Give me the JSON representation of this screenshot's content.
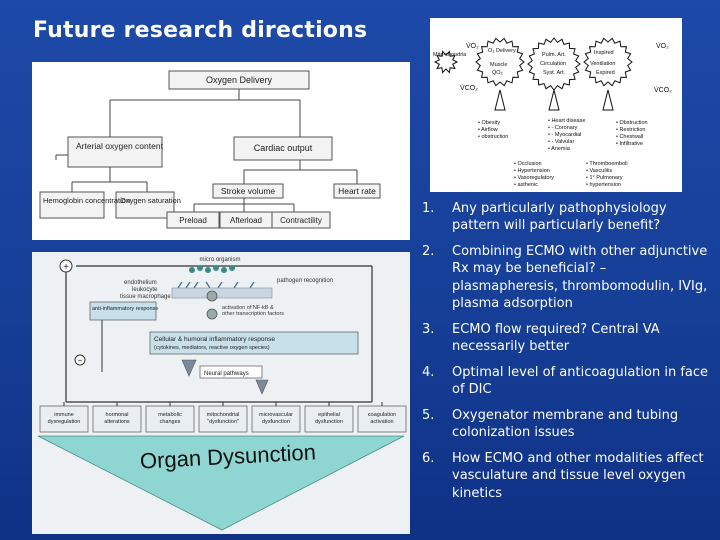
{
  "slide": {
    "title": "Future research directions",
    "background_color": "#1a44a0",
    "text_color": "#ffffff"
  },
  "diagram_oxygen": {
    "boxes": {
      "delivery": "Oxygen Delivery",
      "arterial": "Arterial oxygen content",
      "cardiac": "Cardiac output",
      "stroke": "Stroke volume",
      "heart_rate": "Heart rate",
      "hemoglobin": "Hemoglobin concentration",
      "saturation": "Oxygen saturation",
      "preload": "Preload",
      "afterload": "Afterload",
      "contractility": "Contractility"
    }
  },
  "diagram_dysfunction": {
    "micro_organism": "micro organism",
    "endothelium": "endothelium",
    "leukocyte": "leukocyte",
    "tissue_macrophage": "tissue macrophage",
    "pathogen_recognition": "pathogen recognition",
    "activation_label": "activation of NF-kB &",
    "activation_label2": "other transcription factors",
    "anti_inflammatory": "anti-inflammatory response",
    "cellular_response": "Cellular & humoral inflammatory response",
    "cellular_response2": "(cytokines, mediators, reactive oxygen species)",
    "neural_pathways": "Neural pathways",
    "outcomes": [
      "immune dysregulation",
      "hormonal alterations",
      "metabolic changes",
      "mitochondrial \"dysfunction\"",
      "microvascular dysfunction",
      "epithelial dysfunction",
      "coagulation activation"
    ],
    "organ_dysfunction": "Organ Dysunction"
  },
  "diagram_gears": {
    "mito": "Mito-chondria",
    "vo2_left": "V̇O₂",
    "vco2_left": "V̇CO₂",
    "o2_delivery": "O₂ Delivery",
    "muscle": "Muscle",
    "qo2": "Q̇O₂",
    "pulm": "Pulm. Art.",
    "circulation": "Circulation",
    "syst": "Syst. Art.",
    "inspired": "Inspired",
    "ventilation": "Ventilation",
    "expired": "Expired",
    "vo2_right": "V̇O₂",
    "vco2_right": "V̇CO₂",
    "left_list": [
      "Obesity",
      "Airflow",
      "obstruction"
    ],
    "middle_list": [
      "Heart disease",
      "- Coronary",
      "- Myocardial",
      "- Valvular",
      "Anemia"
    ],
    "right_list": [
      "Obstruction",
      "Restriction",
      "Chestwall",
      "Infiltrative"
    ],
    "bottom_left": [
      "Occlusion",
      "Hypertension",
      "Vasoregulatory",
      "asthenic"
    ],
    "bottom_right": [
      "Thromboemboli",
      "Vasculitis",
      "1° Pulmonary",
      "hypertension"
    ]
  },
  "research_list": [
    {
      "num": "1.",
      "text": "Any particularly pathophysiology pattern will particularly benefit?"
    },
    {
      "num": "2.",
      "text": "Combining ECMO with other adjunctive Rx may be beneficial? – plasmapheresis, thrombomodulin, IVIg, plasma adsorption"
    },
    {
      "num": "3.",
      "text": "ECMO flow required? Central VA necessarily better"
    },
    {
      "num": "4.",
      "text": "Optimal level of anticoagulation in face of DIC"
    },
    {
      "num": "5.",
      "text": "Oxygenator membrane and tubing colonization issues"
    },
    {
      "num": "6.",
      "text": "How ECMO and other modalities affect vasculature and tissue level oxygen kinetics"
    }
  ]
}
